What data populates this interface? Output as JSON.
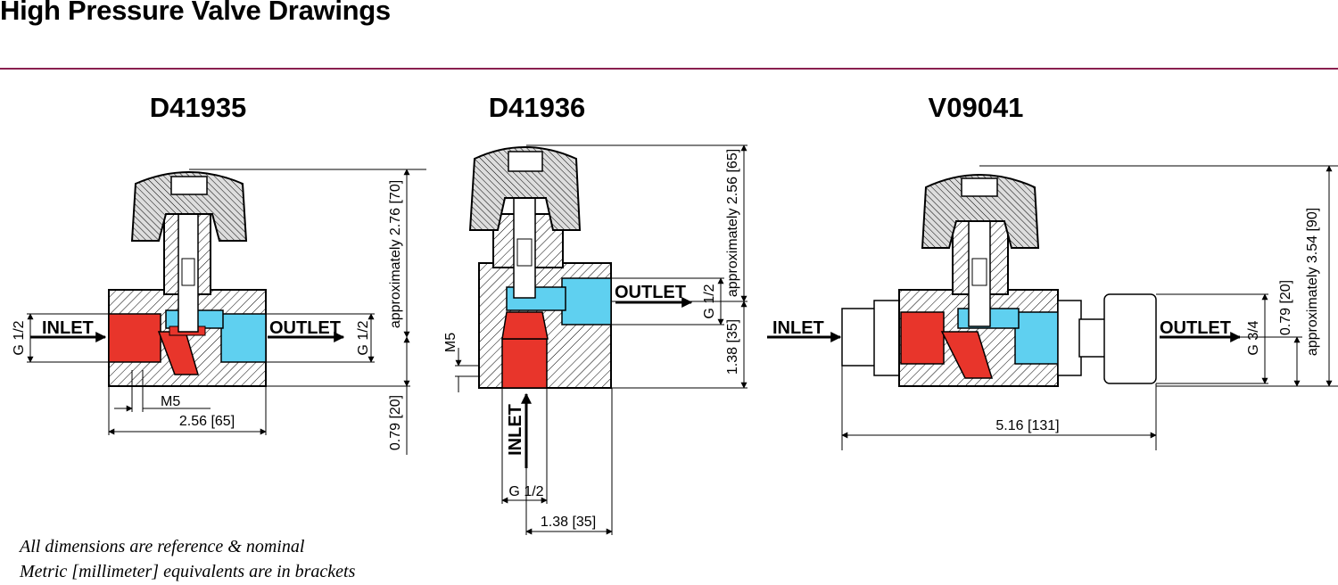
{
  "page": {
    "title": "High Pressure Valve Drawings",
    "notes": [
      "All dimensions are reference & nominal",
      "Metric [millimeter] equivalents are in brackets"
    ]
  },
  "colors": {
    "inlet": "#e8352b",
    "outlet": "#5fd0f0",
    "rule": "#8a1f4f",
    "line": "#000000"
  },
  "drawings": [
    {
      "model": "D41935",
      "inlet_label": "INLET",
      "outlet_label": "OUTLET",
      "dimensions": {
        "height": "approximately 2.76 [70]",
        "port_left": "G 1/2",
        "port_right": "G 1/2",
        "mount_thread": "M5",
        "length": "2.56 [65]",
        "bottom": "0.79 [20]"
      }
    },
    {
      "model": "D41936",
      "inlet_label": "INLET",
      "outlet_label": "OUTLET",
      "dimensions": {
        "height": "approximately 2.56 [65]",
        "port_outlet": "G 1/2",
        "port_inlet": "G 1/2",
        "mount_thread": "M5",
        "body_height": "1.38 [35]",
        "offset": "1.38 [35]"
      }
    },
    {
      "model": "V09041",
      "inlet_label": "INLET",
      "outlet_label": "OUTLET",
      "dimensions": {
        "height": "approximately 3.54 [90]",
        "port": "G 3/4",
        "centerline": "0.79 [20]",
        "length": "5.16 [131]"
      }
    }
  ]
}
